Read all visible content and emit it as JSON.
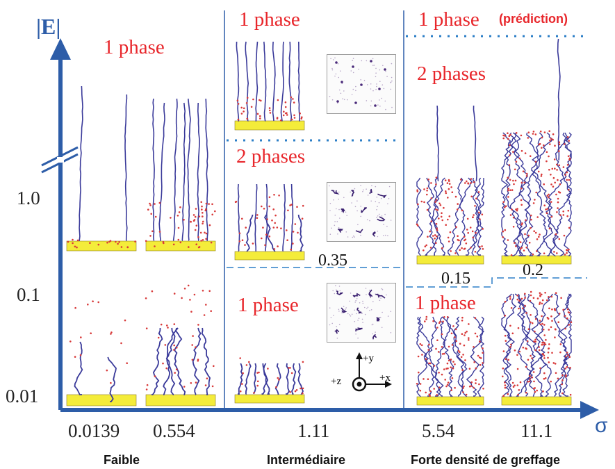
{
  "axes": {
    "y_label": "|E|",
    "x_label": "σ",
    "y_ticks": [
      "1.0",
      "0.1",
      "0.01"
    ],
    "x_ticks": [
      "0.0139",
      "0.554",
      "1.11",
      "5.54",
      "11.1"
    ]
  },
  "categories": [
    "Faible",
    "Intermédiaire",
    "Forte densité de greffage"
  ],
  "regions": {
    "low_top": "1 phase",
    "mid_top": "1 phase",
    "mid_middle": "2 phases",
    "mid_bottom": "1 phase",
    "high_top": "1 phase",
    "high_top_note": "(prédiction)",
    "high_middle": "2 phases",
    "high_bottom": "1 phase"
  },
  "boundaries": {
    "mid": "0.35",
    "high_left": "0.15",
    "high_right": "0.2"
  },
  "coords": {
    "y": "+y",
    "z": "+z",
    "x": "+x"
  },
  "colors": {
    "axis": "#2d5da8",
    "phase_text": "#e8262b",
    "substrate": "#f4ec3a",
    "chain": "#3a3a9a",
    "bead": "#d83a3a"
  }
}
